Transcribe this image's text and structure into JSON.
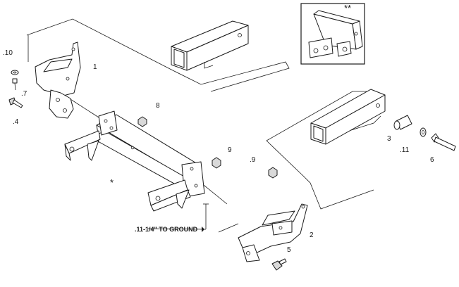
{
  "callouts": {
    "c10": ".10",
    "c1": "1",
    "c7": ".7",
    "c4": ".4",
    "c8": "8",
    "c9a": "9",
    "c9b": ".9",
    "c3": "3",
    "c11": ".11",
    "c6": "6",
    "c2": "2",
    "c5": "5",
    "star": "*",
    "double_star": "**"
  },
  "ground_note": ".11-1/4\" TO GROUND"
}
